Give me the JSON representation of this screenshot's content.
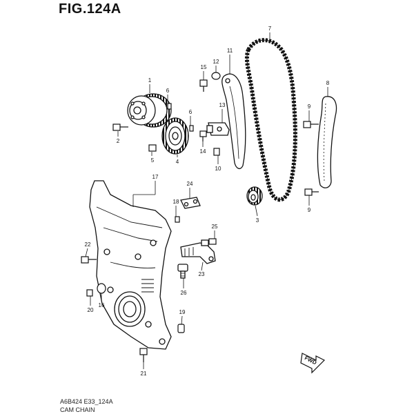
{
  "figure": {
    "title": "FIG.124A",
    "code": "A6B424 E33_124A",
    "name": "CAM CHAIN",
    "fwd_label": "FWD"
  },
  "callouts": [
    "1",
    "2",
    "3",
    "4",
    "5",
    "6",
    "6",
    "7",
    "8",
    "9",
    "9",
    "10",
    "11",
    "12",
    "13",
    "14",
    "15",
    "16",
    "17",
    "18",
    "19",
    "20",
    "21",
    "22",
    "23",
    "24",
    "25",
    "26"
  ]
}
